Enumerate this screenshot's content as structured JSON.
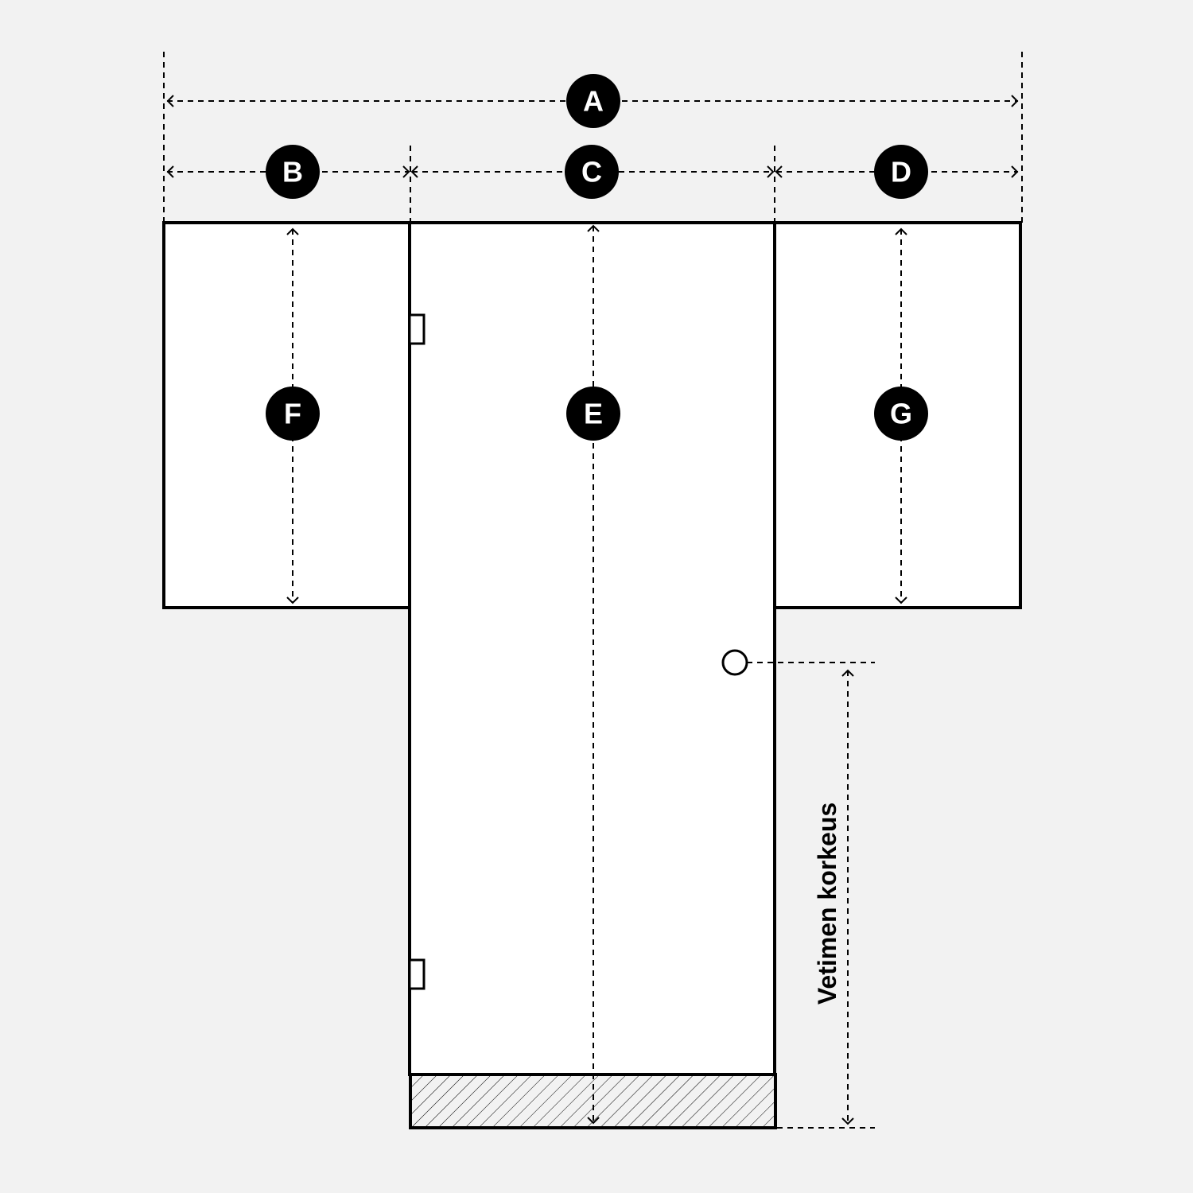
{
  "diagram": {
    "background": "#f2f2f2",
    "labels": {
      "A": "A",
      "B": "B",
      "C": "C",
      "D": "D",
      "E": "E",
      "F": "F",
      "G": "G"
    },
    "handle_height_label": "Vetimen korkeus"
  }
}
